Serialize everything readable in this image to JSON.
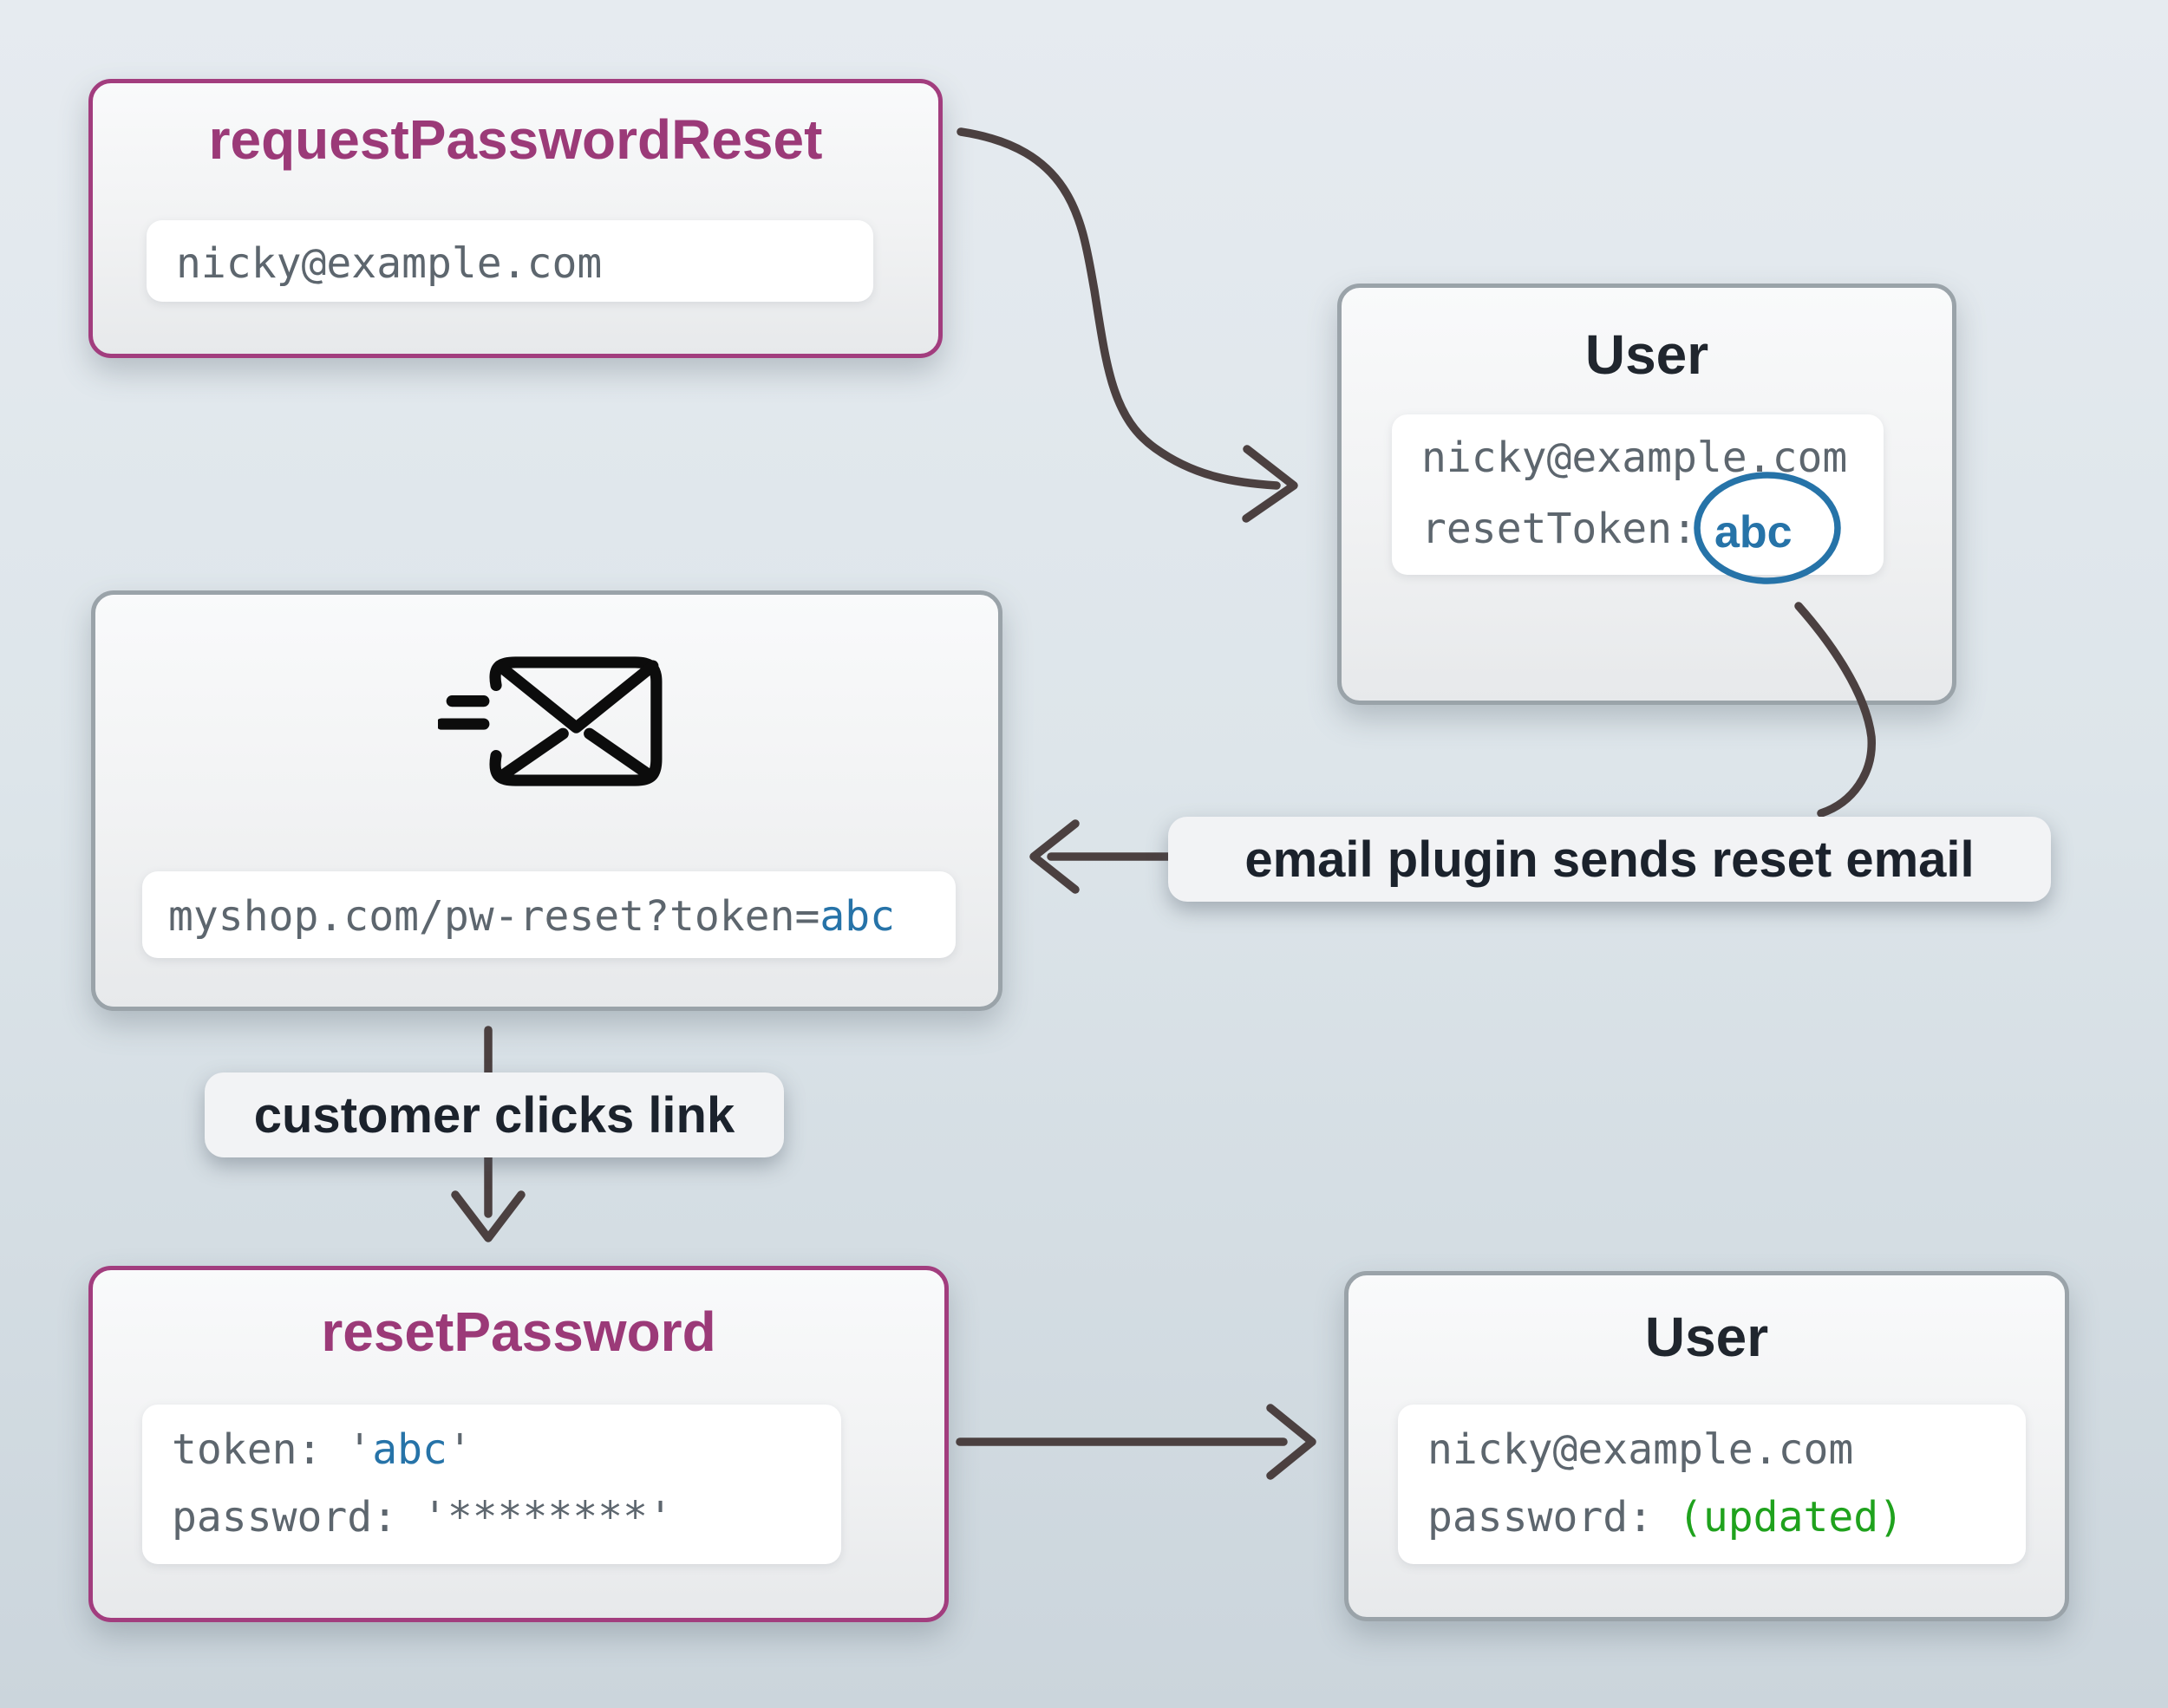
{
  "boxes": {
    "request": {
      "title": "requestPasswordReset",
      "email": "nicky@example.com"
    },
    "user_top": {
      "title": "User",
      "email": "nicky@example.com",
      "token_label": "resetToken:",
      "token_value": "abc"
    },
    "email": {
      "url_prefix": "myshop.com/pw-reset?token=",
      "url_token": "abc"
    },
    "reset": {
      "title": "resetPassword",
      "token_label": "token: ",
      "quote": "'",
      "token_value": "abc",
      "password_line": "password: '********'"
    },
    "user_bottom": {
      "title": "User",
      "email": "nicky@example.com",
      "password_label": "password: ",
      "password_value": "(updated)"
    }
  },
  "labels": {
    "email_plugin": "email plugin sends reset email",
    "customer_clicks": "customer clicks link"
  },
  "icons": {
    "envelope": "send-email-icon"
  },
  "colors": {
    "accent_purple": "#a23d7e",
    "accent_blue": "#2673a8",
    "accent_green": "#1fa21d",
    "arrow": "#4b4040",
    "gray_border": "#9aa3a9"
  }
}
